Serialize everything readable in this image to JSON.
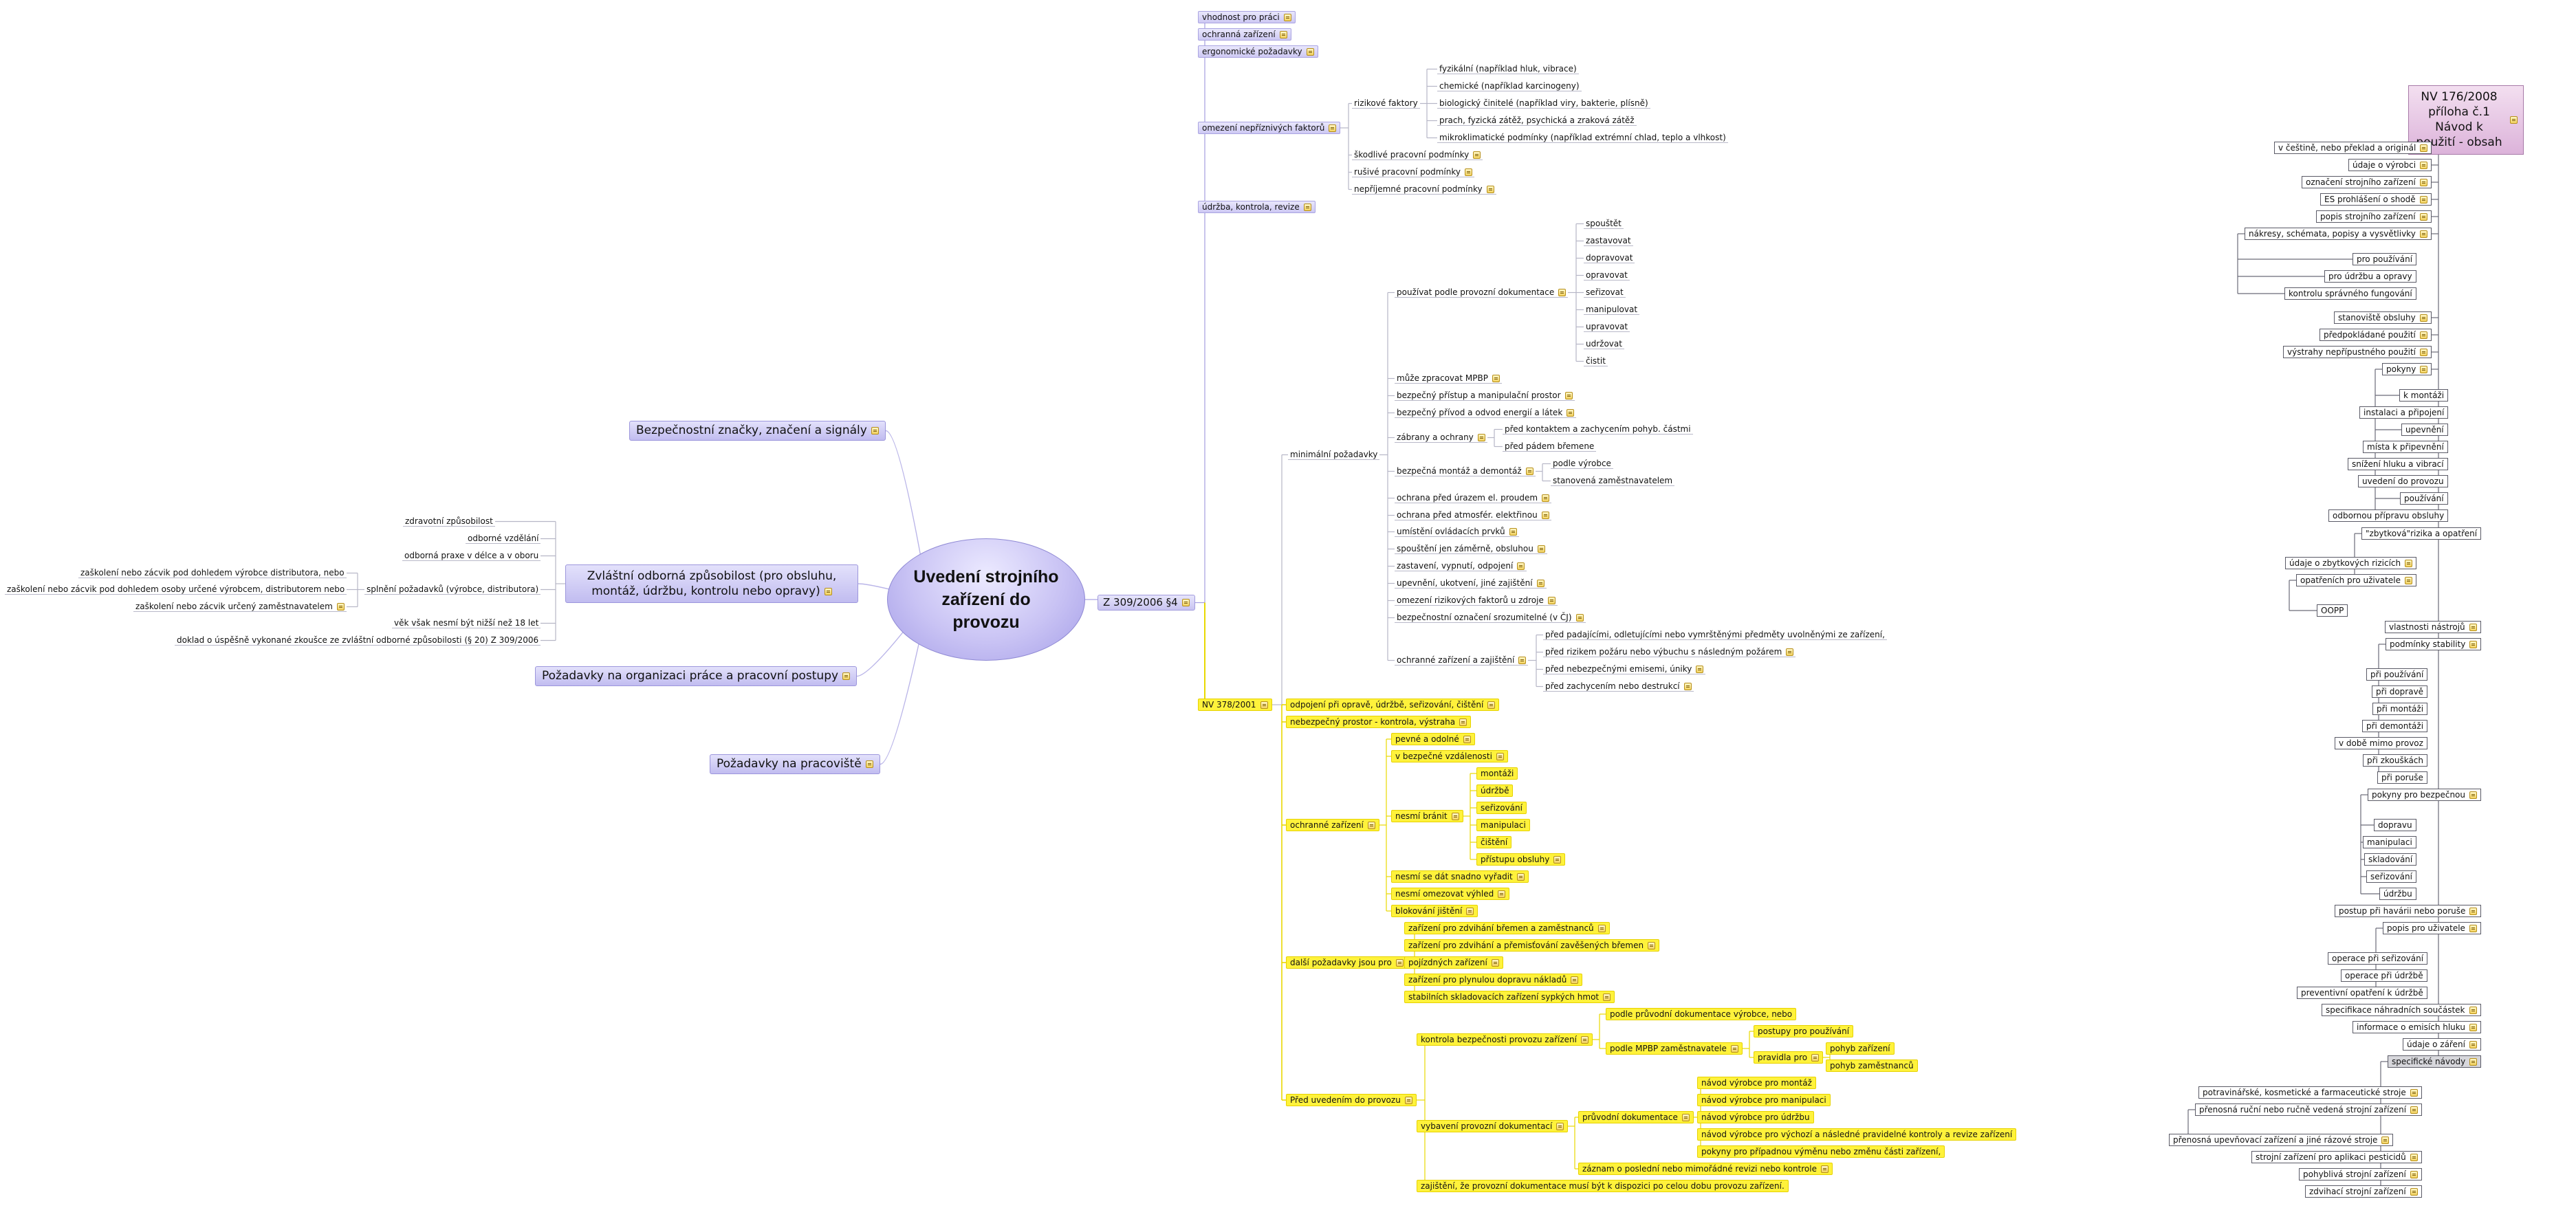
{
  "center": "Uvedení strojního zařízení do provozu",
  "left": [
    {
      "id": "bz",
      "label": "Bezpečnostní značky, značení a signály",
      "note": true
    },
    {
      "id": "zoz",
      "label": "Zvláštní odborná způsobilost (pro obsluhu, montáž, údržbu, kontrolu nebo opravy)",
      "note": true
    },
    {
      "id": "po",
      "label": "Požadavky na organizaci práce a pracovní postupy",
      "note": true
    },
    {
      "id": "pp",
      "label": "Požadavky na pracoviště",
      "note": true
    }
  ],
  "zoz_children": [
    {
      "id": "z1",
      "label": "zdravotní způsobilost"
    },
    {
      "id": "z2",
      "label": "odborné vzdělání"
    },
    {
      "id": "z3",
      "label": "odborná praxe v délce a v oboru"
    },
    {
      "id": "z4",
      "label": "splnění požadavků  (výrobce, distributora)"
    },
    {
      "id": "z4a",
      "label": "zaškolení nebo zácvik pod dohledem výrobce distributora, nebo"
    },
    {
      "id": "z4b",
      "label": "zaškolení nebo zácvik pod dohledem osoby určené výrobcem, distributorem nebo"
    },
    {
      "id": "z4c",
      "label": "zaškolení nebo zácvik určený zaměstnavatelem",
      "note": true
    },
    {
      "id": "z5",
      "label": "věk však nesmí být nižší než 18 let"
    },
    {
      "id": "z6",
      "label": "doklad o úspěšně vykonané zkoušce ze zvláštní odborné způsobilosti (§ 20) Z 309/2006"
    }
  ],
  "z309": {
    "id": "z309",
    "label": "Z 309/2006 §4",
    "note": true
  },
  "violet": [
    {
      "id": "v1",
      "label": "vhodnost pro práci",
      "note": true
    },
    {
      "id": "v2",
      "label": "ochranná zařízení",
      "note": true
    },
    {
      "id": "v3",
      "label": "ergonomické požadavky",
      "note": true
    },
    {
      "id": "v4",
      "label": "omezení nepříznivých faktorů",
      "note": true
    },
    {
      "id": "v4a",
      "label": "rizikové faktory",
      "note": false
    },
    {
      "id": "v4a1",
      "label": "fyzikální (například hluk, vibrace)"
    },
    {
      "id": "v4a2",
      "label": "chemické (například karcinogeny)"
    },
    {
      "id": "v4a3",
      "label": "biologický činitelé (například viry, bakterie, plísně)"
    },
    {
      "id": "v4a4",
      "label": "prach, fyzická zátěž, psychická a zraková zátěž"
    },
    {
      "id": "v4a5",
      "label": "mikroklimatické podmínky (například extrémní chlad, teplo a vlhkost)"
    },
    {
      "id": "v4b",
      "label": "škodlivé pracovní podmínky",
      "note": true
    },
    {
      "id": "v4c",
      "label": "rušivé pracovní podmínky",
      "note": true
    },
    {
      "id": "v4d",
      "label": "nepříjemné pracovní podmínky",
      "note": true
    },
    {
      "id": "v5",
      "label": "údržba, kontrola, revize",
      "note": true
    }
  ],
  "nv": {
    "id": "nv",
    "label": "NV 378/2001",
    "note": true
  },
  "min": {
    "id": "min",
    "label": "minimální požadavky"
  },
  "min_children": [
    {
      "id": "m1",
      "label": "používat podle provozní dokumentace",
      "note": true
    },
    {
      "id": "m1a",
      "label": "spouštět"
    },
    {
      "id": "m1b",
      "label": "zastavovat"
    },
    {
      "id": "m1c",
      "label": "dopravovat"
    },
    {
      "id": "m1d",
      "label": "opravovat"
    },
    {
      "id": "m1e",
      "label": "seřizovat"
    },
    {
      "id": "m1f",
      "label": "manipulovat"
    },
    {
      "id": "m1g",
      "label": "upravovat"
    },
    {
      "id": "m1h",
      "label": "udržovat"
    },
    {
      "id": "m1i",
      "label": "čistit"
    },
    {
      "id": "m2",
      "label": "může zpracovat MPBP",
      "note": true
    },
    {
      "id": "m3",
      "label": "bezpečný přístup a manipulační prostor",
      "note": true
    },
    {
      "id": "m4",
      "label": "bezpečný přívod a odvod energií a látek",
      "note": true
    },
    {
      "id": "m5",
      "label": "zábrany a ochrany",
      "note": true
    },
    {
      "id": "m5a",
      "label": "před kontaktem a zachycením pohyb. částmi"
    },
    {
      "id": "m5b",
      "label": "před pádem břemene"
    },
    {
      "id": "m6",
      "label": "bezpečná montáž a demontáž",
      "note": true
    },
    {
      "id": "m6a",
      "label": "podle výrobce"
    },
    {
      "id": "m6b",
      "label": "stanovená zaměstnavatelem"
    },
    {
      "id": "m7",
      "label": "ochrana před úrazem el. proudem",
      "note": true
    },
    {
      "id": "m8",
      "label": "ochrana před atmosfér. elektřinou",
      "note": true
    },
    {
      "id": "m9",
      "label": "umístění ovládacích prvků",
      "note": true
    },
    {
      "id": "m10",
      "label": "spouštění jen záměrně, obsluhou",
      "note": true
    },
    {
      "id": "m11",
      "label": "zastavení, vypnutí, odpojení",
      "note": true
    },
    {
      "id": "m12",
      "label": "upevnění, ukotvení, jiné zajištění",
      "note": true
    },
    {
      "id": "m13",
      "label": "omezení rizikových faktorů u zdroje",
      "note": true
    },
    {
      "id": "m14",
      "label": "bezpečnostní označení srozumitelné (v ČJ)",
      "note": true
    },
    {
      "id": "m15",
      "label": "ochranné zařízení a zajištění",
      "note": true
    },
    {
      "id": "m15a",
      "label": "před padajícími, odletujícími nebo vymrštěnými předměty uvolněnými ze zařízení,"
    },
    {
      "id": "m15b",
      "label": "před rizikem požáru nebo výbuchu s následným požárem",
      "note": true
    },
    {
      "id": "m15c",
      "label": "před nebezpečnými emisemi, úniky",
      "note": true
    },
    {
      "id": "m15d",
      "label": "před zachycením nebo destrukcí",
      "note": true
    }
  ],
  "yellow": [
    {
      "id": "y1",
      "label": "odpojení při opravě, údržbě, seřizování, čištění",
      "note": true
    },
    {
      "id": "y2",
      "label": "nebezpečný prostor - kontrola, výstraha",
      "note": true
    },
    {
      "id": "y3",
      "label": "ochranné zařízení",
      "note": true
    },
    {
      "id": "y3a",
      "label": "pevné a odolné",
      "note": true
    },
    {
      "id": "y3b",
      "label": "v bezpečné vzdálenosti",
      "note": true
    },
    {
      "id": "y3c",
      "label": "nesmí bránit",
      "note": true
    },
    {
      "id": "y3c1",
      "label": "montáži"
    },
    {
      "id": "y3c2",
      "label": "údržbě"
    },
    {
      "id": "y3c3",
      "label": "seřizování"
    },
    {
      "id": "y3c4",
      "label": "manipulaci"
    },
    {
      "id": "y3c5",
      "label": "čištění"
    },
    {
      "id": "y3c6",
      "label": "přístupu obsluhy",
      "note": true
    },
    {
      "id": "y3d",
      "label": "nesmí se dát snadno vyřadit",
      "note": true
    },
    {
      "id": "y3e",
      "label": "nesmí omezovat výhled",
      "note": true
    },
    {
      "id": "y3f",
      "label": "blokování jištění",
      "note": true
    },
    {
      "id": "y4",
      "label": "další požadavky jsou pro",
      "note": true
    },
    {
      "id": "y4a",
      "label": "zařízení pro zdvihání břemen a zaměstnanců",
      "note": true
    },
    {
      "id": "y4b",
      "label": "zařízení pro zdvihání a přemisťování zavěšených břemen",
      "note": true
    },
    {
      "id": "y4c",
      "label": "pojízdných zařízení",
      "note": true
    },
    {
      "id": "y4d",
      "label": "zařízení pro plynulou dopravu nákladů",
      "note": true
    },
    {
      "id": "y4e",
      "label": "stabilních skladovacích zařízení sypkých hmot",
      "note": true
    },
    {
      "id": "y5",
      "label": "Před uvedením do provozu",
      "note": true
    },
    {
      "id": "y5a",
      "label": "kontrola bezpečnosti provozu zařízení",
      "note": true
    },
    {
      "id": "y5a1",
      "label": "podle průvodní dokumentace výrobce, nebo"
    },
    {
      "id": "y5a2",
      "label": "podle MPBP zaměstnavatele",
      "note": true
    },
    {
      "id": "y5a2a",
      "label": "postupy pro používání"
    },
    {
      "id": "y5a2b",
      "label": "pravidla pro",
      "note": true
    },
    {
      "id": "y5a2b1",
      "label": "pohyb zařízení"
    },
    {
      "id": "y5a2b2",
      "label": "pohyb zaměstnanců"
    },
    {
      "id": "y5b",
      "label": "vybavení provozní dokumentací",
      "note": true
    },
    {
      "id": "y5b1",
      "label": "průvodní dokumentace",
      "note": true
    },
    {
      "id": "y5b1a",
      "label": "návod výrobce pro montáž"
    },
    {
      "id": "y5b1b",
      "label": "návod výrobce pro manipulaci"
    },
    {
      "id": "y5b1c",
      "label": "návod výrobce pro údržbu"
    },
    {
      "id": "y5b1d",
      "label": "návod výrobce pro výchozí a následné pravidelné kontroly a revize zařízení"
    },
    {
      "id": "y5b1e",
      "label": "pokyny pro případnou výměnu nebo změnu části zařízení,"
    },
    {
      "id": "y5b2",
      "label": "záznam o poslední nebo mimořádné revizi nebo kontrole",
      "note": true
    },
    {
      "id": "y5c",
      "label": "zajištění, že provozní dokumentace musí být k dispozici po celou dobu provozu zařízení."
    }
  ],
  "nv176": {
    "id": "nv176",
    "label": "NV 176/2008 příloha č.1 Návod k použití - obsah",
    "note": true
  },
  "right": [
    {
      "id": "r1",
      "label": "v češtině, nebo překlad a originál",
      "note": true
    },
    {
      "id": "r2",
      "label": "údaje o výrobci",
      "note": true
    },
    {
      "id": "r3",
      "label": "označení strojního zařízení",
      "note": true
    },
    {
      "id": "r4",
      "label": "ES prohlášení o shodě",
      "note": true
    },
    {
      "id": "r5",
      "label": "popis strojního zařízení",
      "note": true
    },
    {
      "id": "r6",
      "label": "nákresy, schémata, popisy a vysvětlivky",
      "note": true
    },
    {
      "id": "r6a",
      "label": "pro používání"
    },
    {
      "id": "r6b",
      "label": "pro údržbu a opravy"
    },
    {
      "id": "r6c",
      "label": "kontrolu správného fungování"
    },
    {
      "id": "r7",
      "label": "stanoviště obsluhy",
      "note": true
    },
    {
      "id": "r8",
      "label": "předpokládané použití",
      "note": true
    },
    {
      "id": "r9",
      "label": "výstrahy nepřípustného použití",
      "note": true
    },
    {
      "id": "r10",
      "label": "pokyny",
      "note": true
    },
    {
      "id": "r10a",
      "label": "k montáži"
    },
    {
      "id": "r10b",
      "label": "instalaci a připojení"
    },
    {
      "id": "r10c",
      "label": "upevnění"
    },
    {
      "id": "r10d",
      "label": "místa k připevnění"
    },
    {
      "id": "r10e",
      "label": "snížení hluku a vibrací"
    },
    {
      "id": "r10f",
      "label": "uvedení do provozu"
    },
    {
      "id": "r10g",
      "label": "používání"
    },
    {
      "id": "r10h",
      "label": "odbornou přípravu obsluhy"
    },
    {
      "id": "r11",
      "label": "\"zbytková\"rizika a opatření"
    },
    {
      "id": "r11a",
      "label": "údaje o zbytkových rizicích",
      "note": true
    },
    {
      "id": "r11b",
      "label": "opatřeních pro uživatele",
      "note": true
    },
    {
      "id": "r11c",
      "label": "OOPP"
    },
    {
      "id": "r12",
      "label": "vlastnosti nástrojů",
      "note": true
    },
    {
      "id": "r13",
      "label": "podmínky stability",
      "note": true
    },
    {
      "id": "r14a",
      "label": "při používání"
    },
    {
      "id": "r14b",
      "label": "při dopravě"
    },
    {
      "id": "r14c",
      "label": "při montáži"
    },
    {
      "id": "r14d",
      "label": "při demontáži"
    },
    {
      "id": "r14e",
      "label": "v době mimo provoz"
    },
    {
      "id": "r14f",
      "label": "při zkouškách"
    },
    {
      "id": "r14g",
      "label": "při poruše"
    },
    {
      "id": "r15",
      "label": "pokyny pro bezpečnou",
      "note": true
    },
    {
      "id": "r15a",
      "label": "dopravu"
    },
    {
      "id": "r15b",
      "label": "manipulaci"
    },
    {
      "id": "r15c",
      "label": "skladování"
    },
    {
      "id": "r15d",
      "label": "seřizování"
    },
    {
      "id": "r15e",
      "label": "údržbu"
    },
    {
      "id": "r16",
      "label": "postup při havárii nebo poruše",
      "note": true
    },
    {
      "id": "r17",
      "label": "popis pro uživatele",
      "note": true
    },
    {
      "id": "r17a",
      "label": "operace při seřizování"
    },
    {
      "id": "r17b",
      "label": "operace při údržbě"
    },
    {
      "id": "r17c",
      "label": "preventivní opatření k údržbě"
    },
    {
      "id": "r18",
      "label": "specifikace náhradních součástek",
      "note": true
    },
    {
      "id": "r19",
      "label": "informace o emisích hluku",
      "note": true
    },
    {
      "id": "r20",
      "label": "údaje o záření",
      "note": true
    },
    {
      "id": "r21",
      "label": "specifické návody",
      "note": true
    },
    {
      "id": "r21a",
      "label": "potravinářské, kosmetické a farmaceutické stroje",
      "note": true
    },
    {
      "id": "r21b",
      "label": "přenosná ruční nebo ručně vedená strojní zařízení",
      "note": true
    },
    {
      "id": "r21c",
      "label": "přenosná upevňovací zařízení a jiné rázové stroje",
      "note": true
    },
    {
      "id": "r21d",
      "label": "strojní zařízení pro aplikaci pesticidů",
      "note": true
    },
    {
      "id": "r21e",
      "label": "pohyblivá strojní zařízení",
      "note": true
    },
    {
      "id": "r21f",
      "label": "zdvihací strojní zařízení",
      "note": true
    }
  ]
}
